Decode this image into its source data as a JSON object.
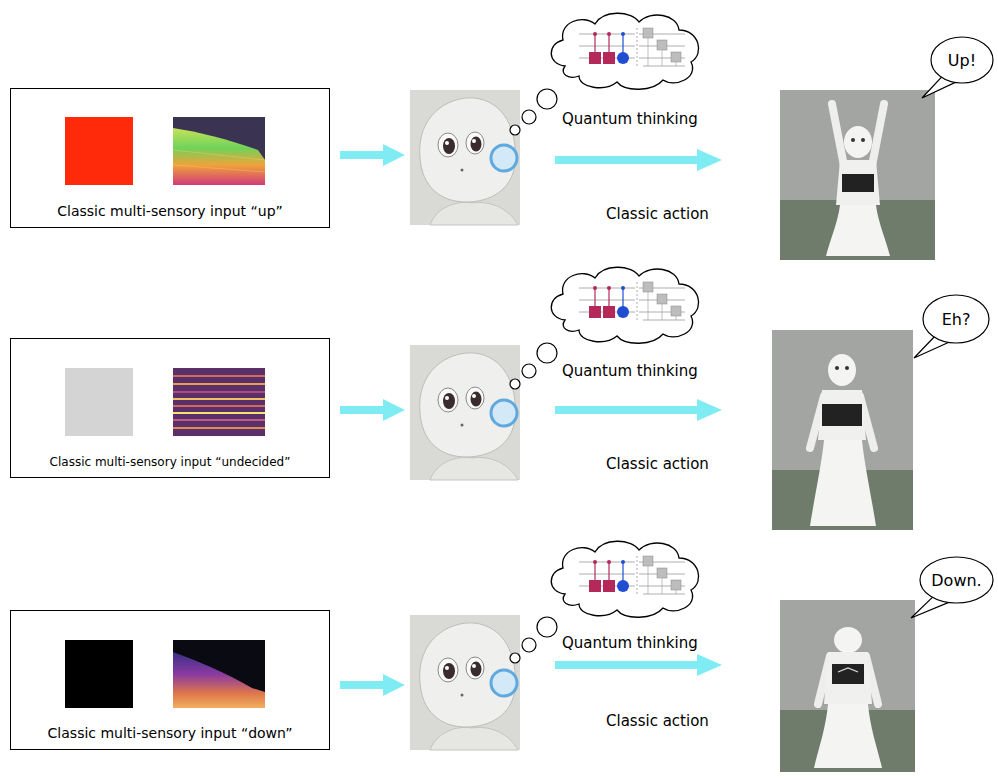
{
  "diagram": {
    "nodes": [
      {
        "text": [
          "Classic multi-sensory input “up”"
        ]
      },
      {
        "text": [
          "Up!"
        ]
      },
      {
        "text": [
          "Classic multi-sensory input “undecided”"
        ]
      },
      {
        "text": [
          "Eh?"
        ]
      },
      {
        "text": [
          "Classic multi-sensory input “down”"
        ]
      },
      {
        "text": [
          "Down."
        ]
      }
    ],
    "labels": [
      "Quantum thinking",
      "Classic action",
      "Quantum thinking",
      "Classic action",
      "Quantum thinking",
      "Classic action"
    ]
  }
}
